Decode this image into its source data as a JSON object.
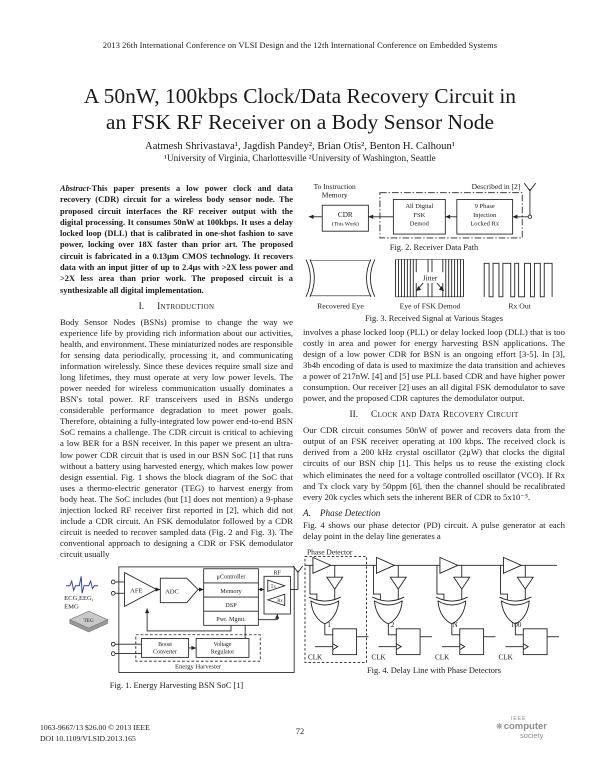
{
  "header": {
    "conference": "2013 26th International Conference on VLSI Design and the 12th International Conference on Embedded Systems"
  },
  "title": {
    "line1": "A 50nW, 100kbps Clock/Data Recovery Circuit in",
    "line2": "an FSK RF Receiver on a Body Sensor Node",
    "authors": "Aatmesh Shrivastava¹, Jagdish Pandey², Brian Otis², Benton H. Calhoun¹",
    "affiliations": "¹University of Virginia, Charlottesville  ²University of Washington, Seattle"
  },
  "abstract": {
    "label": "Abstract-",
    "text": "This paper presents a low power clock and data recovery (CDR) circuit for a wireless body sensor node. The proposed circuit interfaces the RF receiver output with the digital processing. It consumes 50nW at 100kbps. It uses a delay locked loop (DLL) that is calibrated in one-shot fashion to save power, locking over 18X faster than prior art. The proposed circuit is fabricated in a 0.13μm CMOS technology. It recovers data with an input jitter of up to 2.4μs with >2X less power and >2X less area than prior work. The proposed circuit is a synthesizable all digital implementation."
  },
  "sections": {
    "s1_num": "I.",
    "s1_title": "Introduction",
    "s2_num": "II.",
    "s2_title": "Clock and Data Recovery Circuit",
    "sA_num": "A.",
    "sA_title": "Phase Detection"
  },
  "paragraphs": {
    "intro": "Body Sensor Nodes (BSNs) promise to change the way we experience life by providing rich information about our activities, health, and environment. These miniaturized nodes are responsible for sensing data periodically, processing it, and communicating information wirelessly. Since these devices require small size and long lifetimes, they must operate at very low power levels. The power needed for wireless communication usually dominates a BSN's total power. RF transceivers used in BSNs undergo considerable performance degradation to meet power goals. Therefore, obtaining a fully-integrated low power end-to-end BSN SoC remains a challenge. The CDR circuit is critical to achieving a low BER for a BSN receiver. In this paper we present an ultra-low power CDR circuit that is used in our BSN SoC [1] that runs without a battery using harvested energy, which makes low power design essential. Fig. 1 shows the block diagram of the SoC that uses a thermo-electric generator (TEG) to harvest energy from body heat. The SoC includes (but [1] does not mention) a 9-phase injection locked RF receiver first reported in [2], which did not include a CDR circuit. An FSK demodulator followed by a CDR circuit is needed to recover sampled data (Fig. 2 and Fig. 3). The conventional approach to designing a CDR or FSK demodulator circuit usually",
    "related": "involves a phase locked loop (PLL) or delay locked loop (DLL) that is too costly in area and power for energy harvesting BSN applications. The design of a low power CDR for BSN is an ongoing effort [3-5]. In [3], 3b4b encoding of data is used to maximize the data transition and achieves a power of 217nW. [4] and [5] use PLL based CDR and have higher power consumption. Our receiver [2] uses an all digital FSK demodulator to save power, and the proposed CDR captures the demodulator output.",
    "cdr_overview": "Our CDR circuit consumes 50nW of power and recovers data from the output of an FSK receiver operating at 100 kbps. The received clock is derived from a 200 kHz crystal oscillator (2μW) that clocks the digital circuits of our BSN chip [1]. This helps us to reuse the existing clock which eliminates the need for a voltage controlled oscillator (VCO). If Rx and Tx clock vary by 50ppm [6], then the channel should be recalibrated every 20k cycles which sets the inherent BER of CDR to 5x10⁻⁵.",
    "phase_detection": "Fig. 4 shows our phase detector (PD) circuit. A pulse generator at each delay point in the delay line generates a"
  },
  "figures": {
    "fig1": {
      "caption": "Fig. 1. Energy Harvesting BSN SoC [1]",
      "labels": {
        "sensors_l1": "ECG,EEG,",
        "sensors_l2": "EMG",
        "teg": "TEG",
        "afe": "AFE",
        "adc": "ADC",
        "ucontroller": "μController",
        "memory": "Memory",
        "dsp": "DSP",
        "pwr_mgmt": "Pwr. Mgmt.",
        "rf": "RF",
        "tx": "Tx",
        "rx": "Rx",
        "boost_l1": "Boost",
        "boost_l2": "Converter",
        "vreg_l1": "Voltage",
        "vreg_l2": "Regulator",
        "harvester": "Energy Harvester"
      }
    },
    "fig2": {
      "caption": "Fig. 2. Receiver Data Path",
      "labels": {
        "to_mem_l1": "To Instruction",
        "to_mem_l2": "Memory",
        "described": "Described in [2]",
        "cdr_l1": "CDR",
        "cdr_l2": "(This Work)",
        "demod_l1": "All Digital",
        "demod_l2": "FSK",
        "demod_l3": "Demod",
        "rx_l1": "9 Phase",
        "rx_l2": "Injection",
        "rx_l3": "Locked Rx"
      }
    },
    "fig3": {
      "caption": "Fig. 3. Received Signal at Various Stages",
      "labels": {
        "recovered": "Recovered Eye",
        "eye": "Eye of FSK Demod",
        "jitter": "Jitter",
        "rxout": "Rx Out"
      }
    },
    "fig4": {
      "caption": "Fig. 4. Delay Line with Phase Detectors",
      "labels": {
        "pd": "Phase Detector",
        "clk": "CLK",
        "tap1": "1",
        "tap2": "2",
        "tapn": "N",
        "tap100": "100"
      }
    }
  },
  "footer": {
    "issn_line": "1063-9667/13 $26.00 © 2013 IEEE",
    "doi_line": "DOI 10.1109/VLSID.2013.165",
    "page_number": "72",
    "logo_ieee": "IEEE",
    "logo_computer": "computer",
    "logo_society": "society"
  }
}
